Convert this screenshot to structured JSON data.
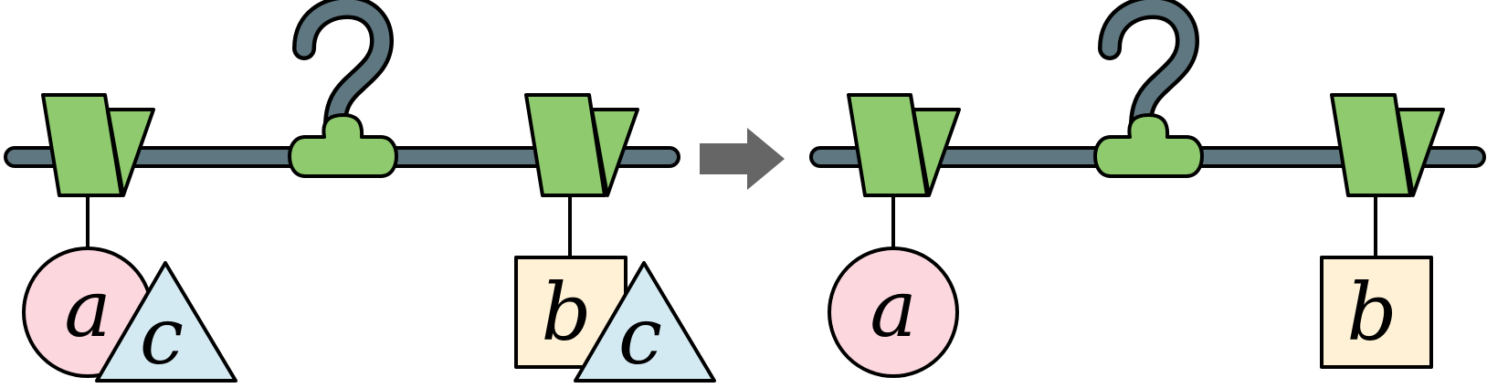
{
  "colors": {
    "rod": "#5f7780",
    "clip": "#8fcb6e",
    "circle": "#fcd7dd",
    "triangle": "#d4eaf3",
    "square": "#fef1d5",
    "arrow": "#666666",
    "outline": "#000000"
  },
  "panels": {
    "before": {
      "items": [
        {
          "shape": "circle",
          "label": "a"
        },
        {
          "shape": "triangle",
          "label": "c"
        },
        {
          "shape": "square",
          "label": "b"
        },
        {
          "shape": "triangle",
          "label": "c"
        }
      ]
    },
    "after": {
      "items": [
        {
          "shape": "circle",
          "label": "a"
        },
        {
          "shape": "square",
          "label": "b"
        }
      ]
    }
  },
  "transition": {
    "icon": "right-arrow-icon"
  }
}
